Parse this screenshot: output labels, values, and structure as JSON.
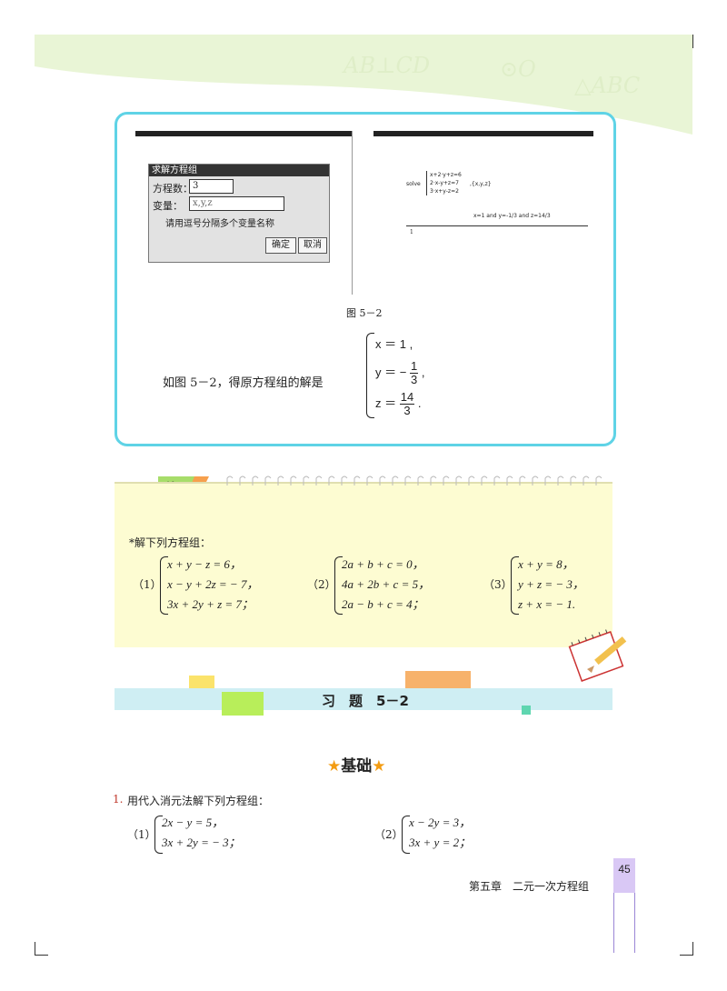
{
  "banner": {
    "deco1": "AB⊥CD",
    "deco2": "⊙O",
    "deco3": "△ABC"
  },
  "screen_left": {
    "dialog_title": "求解方程组",
    "count_label": "方程数：",
    "count_value": "3",
    "var_label": "变量：",
    "var_value": "x,y,z",
    "hint": "请用逗号分隔多个变量名称",
    "ok": "确定",
    "cancel": "取消"
  },
  "screen_right": {
    "command": "solve",
    "sys_line1": "x+2·y+z=6",
    "sys_line2": "2·x-y+z=7",
    "sys_line3": "3·x+y-z=2",
    "vars": ",{x,y,z}",
    "result": "x=1 and y=-1/3 and z=14/3",
    "prompt": "1"
  },
  "figure_caption": "图 5－2",
  "solution": {
    "intro": "如图 5－2，得原方程组的解是",
    "x_eq": "x ＝ 1 ,",
    "y_lhs": "y ＝ −",
    "y_num": "1",
    "y_den": "3",
    "y_tail": ",",
    "z_lhs": "z ＝",
    "z_num": "14",
    "z_den": "3",
    "z_tail": "."
  },
  "practice": {
    "tag1": "练",
    "tag2": "习",
    "instruction": "*解下列方程组：",
    "problems": [
      {
        "label": "（1）",
        "lines": [
          "x + y − z = 6，",
          "x − y + 2z = − 7，",
          "3x + 2y + z = 7；"
        ]
      },
      {
        "label": "（2）",
        "lines": [
          "2a + b + c = 0，",
          "4a + 2b + c = 5，",
          "2a − b + c = 4；"
        ]
      },
      {
        "label": "（3）",
        "lines": [
          "x + y = 8，",
          "y + z = − 3，",
          "z + x = − 1."
        ]
      }
    ]
  },
  "exercise": {
    "title": "习　题　5－2",
    "basic": "基础",
    "q1_num": "1.",
    "q1_text": "用代入消元法解下列方程组：",
    "parts": [
      {
        "label": "（1）",
        "lines": [
          "2x − y = 5，",
          "3x + 2y = − 3；"
        ]
      },
      {
        "label": "（2）",
        "lines": [
          "x − 2y = 3，",
          "3x + y = 2；"
        ]
      }
    ]
  },
  "footer": {
    "chapter": "第五章　二元一次方程组",
    "page": "45"
  },
  "colors": {
    "frame": "#5fd3e6",
    "practice_bg": "#fdfcd2",
    "section_bar": "#cfeef3",
    "star": "#f39c12",
    "page_tab": "#d9c8f5"
  }
}
